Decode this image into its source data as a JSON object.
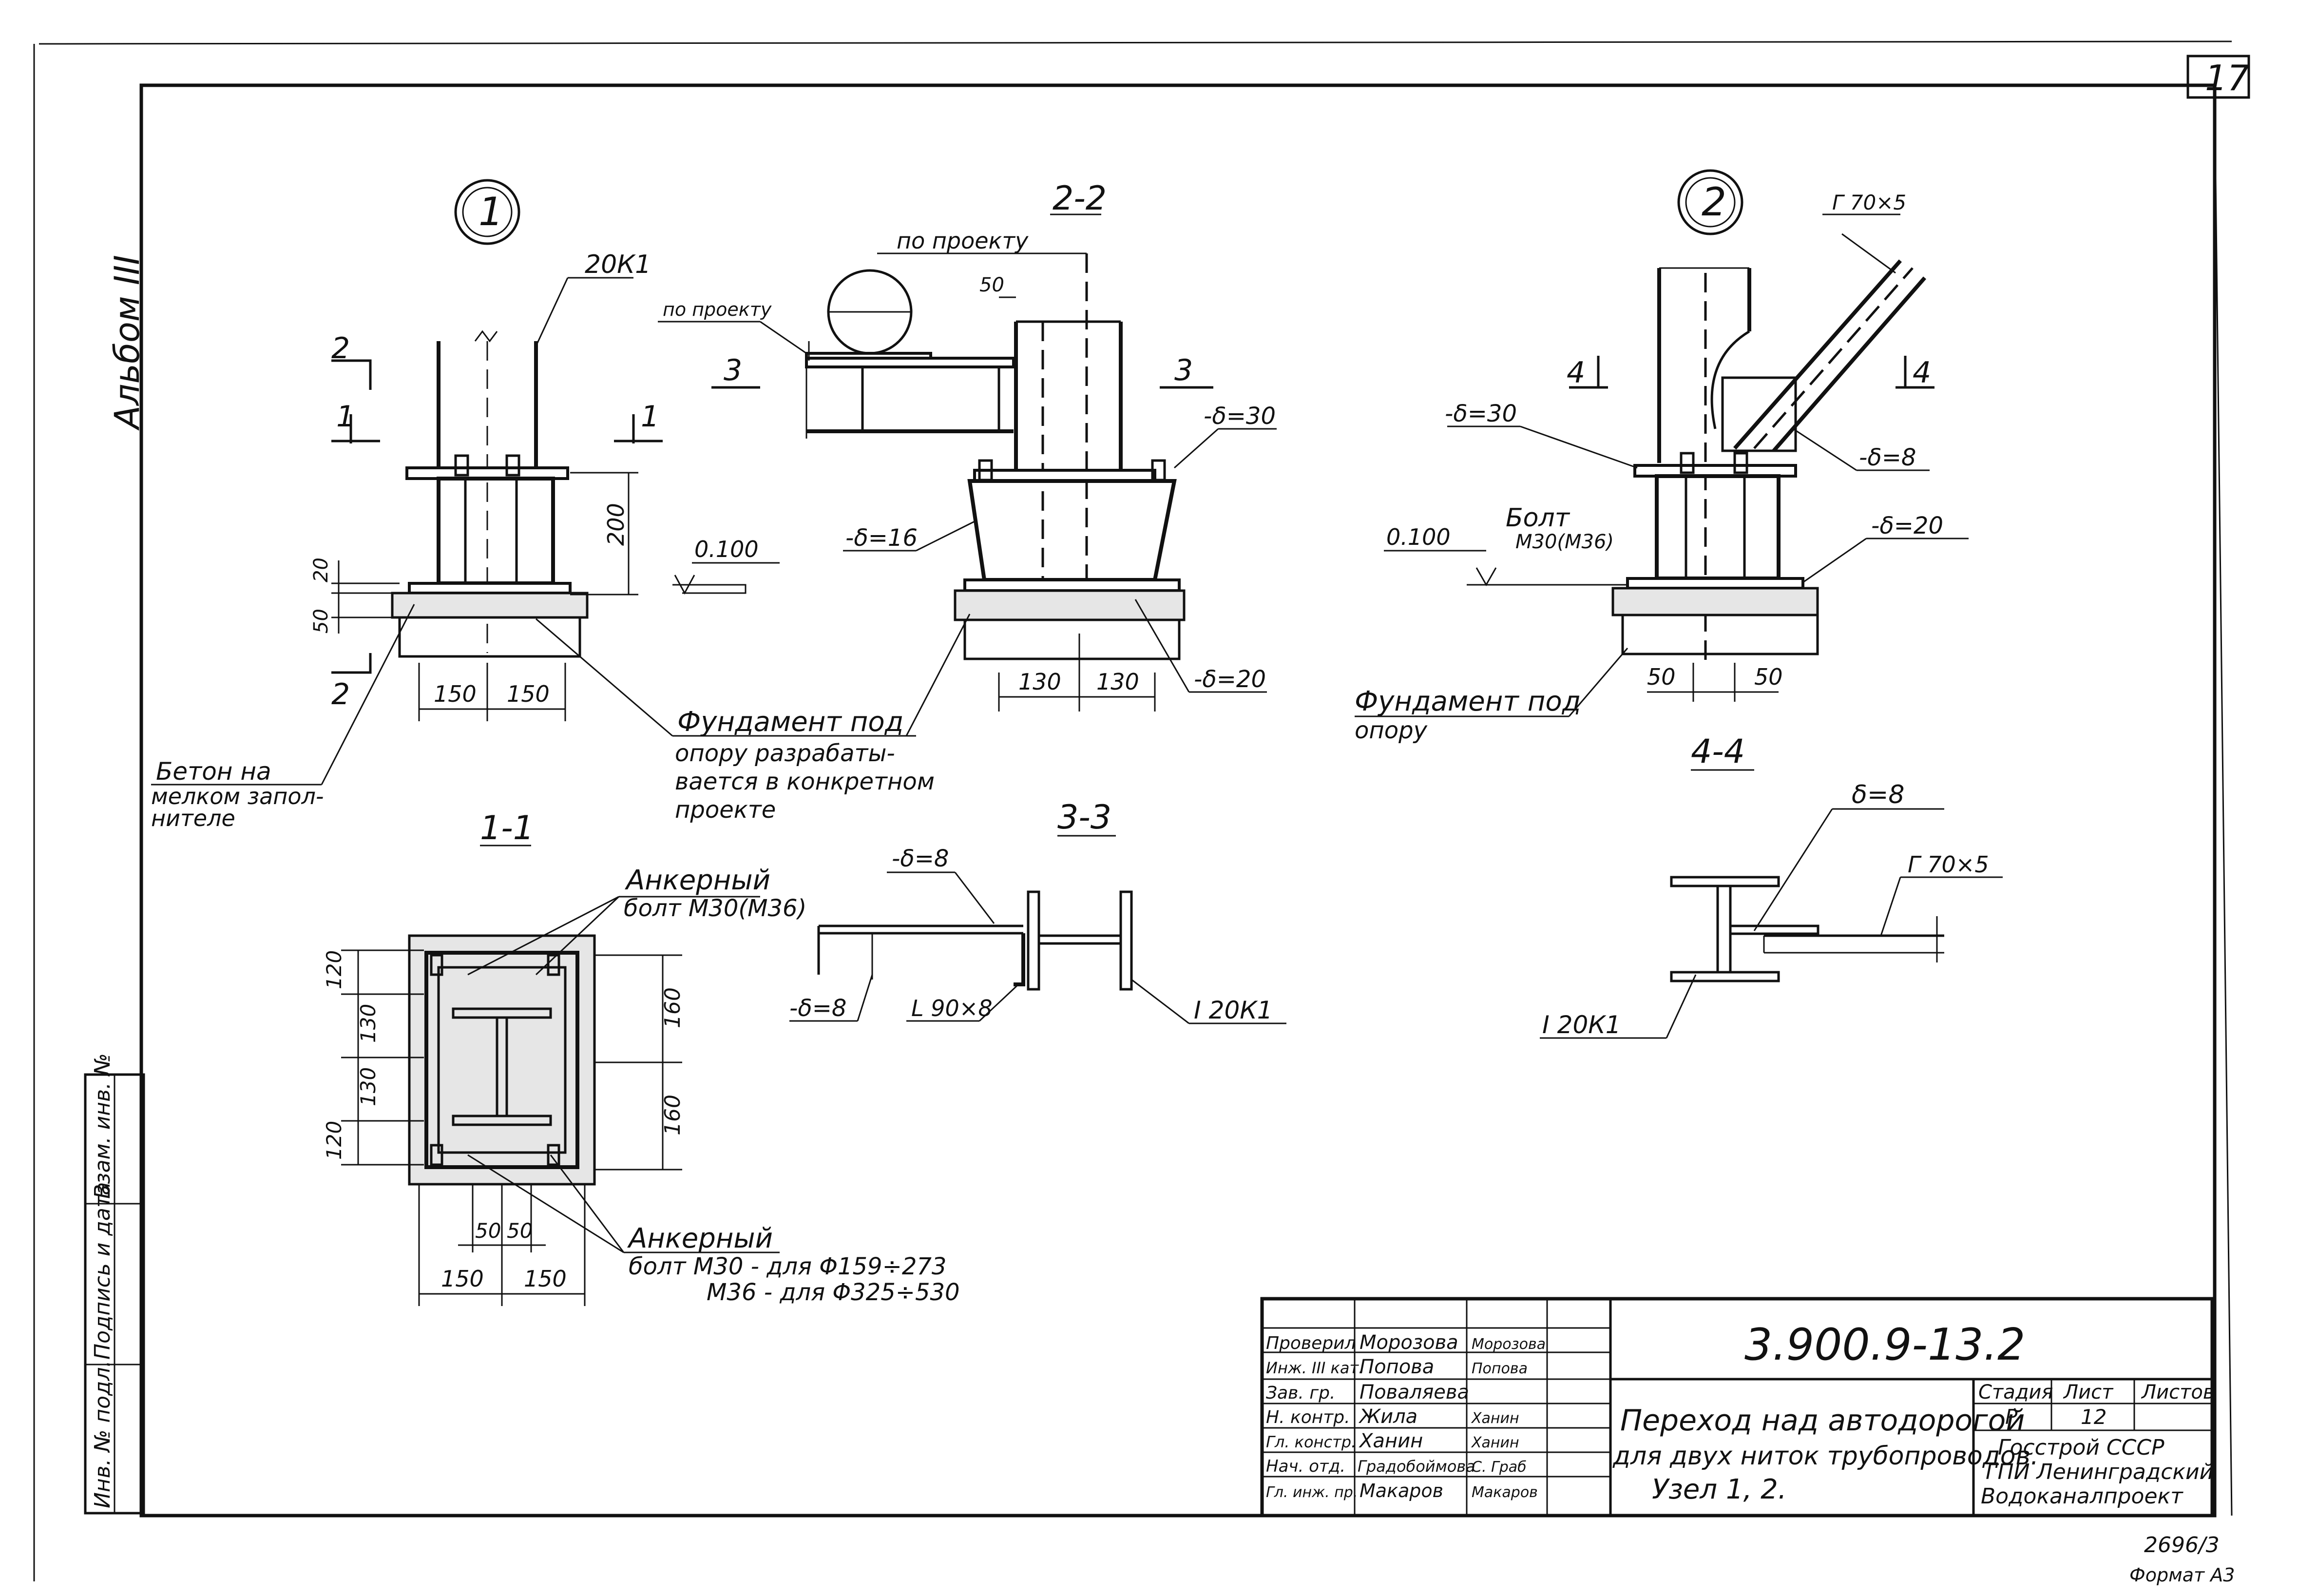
{
  "sheet": {
    "page_number": "17",
    "album": "Альбом III",
    "copy_number": "2696/3",
    "format": "Формат А3"
  },
  "side_stamp": {
    "inv_no": "Инв. № подл.",
    "sign_date": "Подпись и дата",
    "replace_inv": "Взам. инв. №"
  },
  "node1": {
    "mark": "1",
    "profile": "20К1",
    "sec22": "2",
    "sec11": "1",
    "dim_200": "200",
    "dim_20": "20",
    "dim_50": "50",
    "dim_150a": "150",
    "dim_150b": "150",
    "level": "0.100",
    "concrete_note": [
      "Бетон на",
      "мелком запол-",
      "нителе"
    ],
    "foundation_note": [
      "Фундамент под",
      "опору разрабаты-",
      "вается в конкретном",
      "проекте"
    ]
  },
  "section22": {
    "title": "2-2",
    "by_project_top": "по проекту",
    "by_project_left": "по проекту",
    "dim_50": "50",
    "sec3_left": "3",
    "sec3_right": "3",
    "plate30": "-δ=30",
    "plate16": "-δ=16",
    "plate20": "-δ=20",
    "dim_130a": "130",
    "dim_130b": "130"
  },
  "node2": {
    "mark": "2",
    "angle": "Г 70×5",
    "sec4": "4",
    "plate30": "-δ=30",
    "plate8": "-δ=8",
    "plate20": "-δ=20",
    "bolt": [
      "Болт",
      "М30(М36)"
    ],
    "level": "0.100",
    "dim_50a": "50",
    "dim_50b": "50",
    "foundation_note": [
      "Фундамент под",
      "опору"
    ]
  },
  "section11": {
    "title": "1-1",
    "anchor_top": [
      "Анкерный",
      "болт М30(М36)"
    ],
    "anchor_bottom": [
      "Анкерный",
      "болт М30 - для Φ159÷273",
      "М36 - для Φ325÷530"
    ],
    "dims_left": [
      "120",
      "130",
      "130",
      "120"
    ],
    "dims_right": [
      "160",
      "160"
    ],
    "dims_bottom_inner": [
      "50",
      "50"
    ],
    "dims_bottom": [
      "150",
      "150"
    ]
  },
  "section33": {
    "title": "3-3",
    "plate8_top": "-δ=8",
    "plate8_bottom": "-δ=8",
    "angle": "L 90×8",
    "beam": "I 20К1"
  },
  "section44": {
    "title": "4-4",
    "plate8": "δ=8",
    "angle": "Г 70×5",
    "beam": "I 20К1"
  },
  "title_block": {
    "doc_number": "3.900.9-13.2",
    "title": [
      "Переход над автодорогой",
      "для двух ниток трубопроводов.",
      "Узел 1, 2."
    ],
    "stage_label": "Стадия",
    "sheet_label": "Лист",
    "sheets_label": "Листов",
    "stage": "Р",
    "sheet": "12",
    "sheets": "",
    "org": [
      "Госстрой СССР",
      "ГПИ Ленинградский",
      "Водоканалпроект"
    ],
    "signatures": [
      {
        "role": "Проверил",
        "name": "Морозова",
        "sign": "Морозова"
      },
      {
        "role": "Инж. III кат.",
        "name": "Попова",
        "sign": "Попова"
      },
      {
        "role": "Зав. гр.",
        "name": "Поваляева",
        "sign": ""
      },
      {
        "role": "Н. контр.",
        "name": "Жила",
        "sign": "Ханин"
      },
      {
        "role": "Гл. констр.",
        "name": "Ханин",
        "sign": "Ханин"
      },
      {
        "role": "Нач. отд.",
        "name": "Градобоймова",
        "sign": "С. Граб"
      },
      {
        "role": "Гл. инж. пр.",
        "name": "Макаров",
        "sign": "Макаров"
      }
    ]
  }
}
